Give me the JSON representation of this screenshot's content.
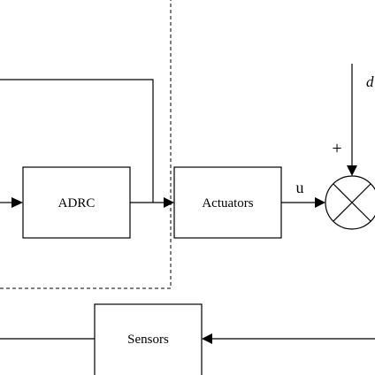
{
  "blocks": {
    "adrc": "ADRC",
    "actuators": "Actuators",
    "sensors": "Sensors"
  },
  "signals": {
    "control": "u",
    "disturbance": "d",
    "sum_plus": "+"
  }
}
